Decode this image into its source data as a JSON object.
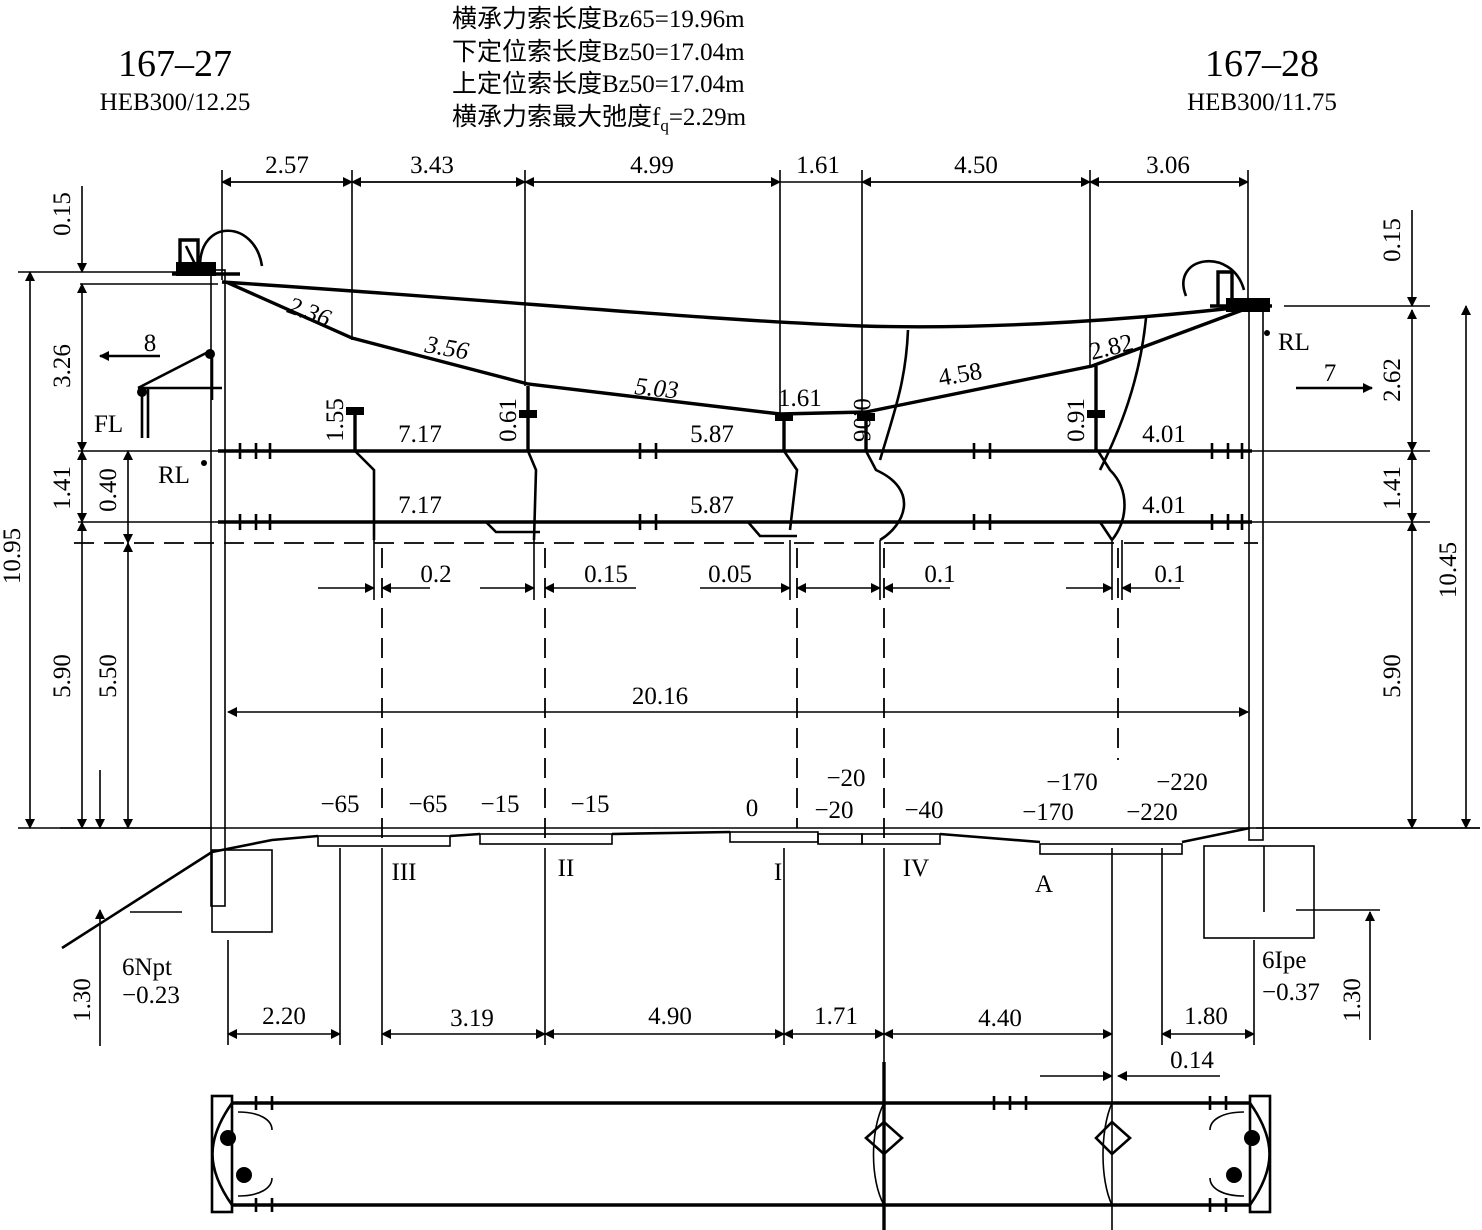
{
  "header": {
    "left_pole": "167–27",
    "left_mast": "HEB300/12.25",
    "right_pole": "167–28",
    "right_mast": "HEB300/11.75",
    "params": [
      "横承力索长度Bz65=19.96m",
      "下定位索长度Bz50=17.04m",
      "上定位索长度Bz50=17.04m",
      "横承力索最大弛度f"
    ],
    "sag_sub": "q",
    "sag_val": "=2.29m"
  },
  "top_dims": [
    "2.57",
    "3.43",
    "4.99",
    "1.61",
    "4.50",
    "3.06"
  ],
  "catenary_lengths": [
    "2.36",
    "3.56",
    "5.03",
    "1.61",
    "4.58",
    "2.82"
  ],
  "dropper_lengths": [
    "1.55",
    "0.61",
    "0.06",
    "0.91"
  ],
  "upper_wire_spans": [
    "7.17",
    "5.87",
    "4.01"
  ],
  "lower_wire_spans": [
    "7.17",
    "5.87",
    "4.01"
  ],
  "stagger_offsets": [
    "0.2",
    "0.15",
    "0.05",
    "0.1",
    "0.1"
  ],
  "left_vertical_dims": [
    "0.15",
    "3.26",
    "1.41",
    "0.40",
    "10.95",
    "5.90",
    "5.50",
    "1.30"
  ],
  "right_vertical_dims": [
    "0.15",
    "2.62",
    "1.41",
    "10.45",
    "5.90",
    "1.30"
  ],
  "side_labels": {
    "fl": "FL",
    "rl_left": "RL",
    "rl_right": "RL",
    "arrow_left": "8",
    "arrow_right": "7"
  },
  "span_total": "20.16",
  "rail_heights": [
    "−65",
    "−65",
    "−15",
    "−15",
    "0",
    "−20",
    "−20",
    "−40",
    "−170",
    "−170",
    "−220",
    "−220"
  ],
  "track_labels": [
    "III",
    "II",
    "I",
    "IV",
    "A"
  ],
  "foundations": {
    "left_name": "6Npt",
    "left_value": "−0.23",
    "right_name": "6Ipe",
    "right_value": "−0.37"
  },
  "bottom_dims": [
    "2.20",
    "3.19",
    "4.90",
    "1.71",
    "4.40",
    "1.80",
    "0.14"
  ]
}
